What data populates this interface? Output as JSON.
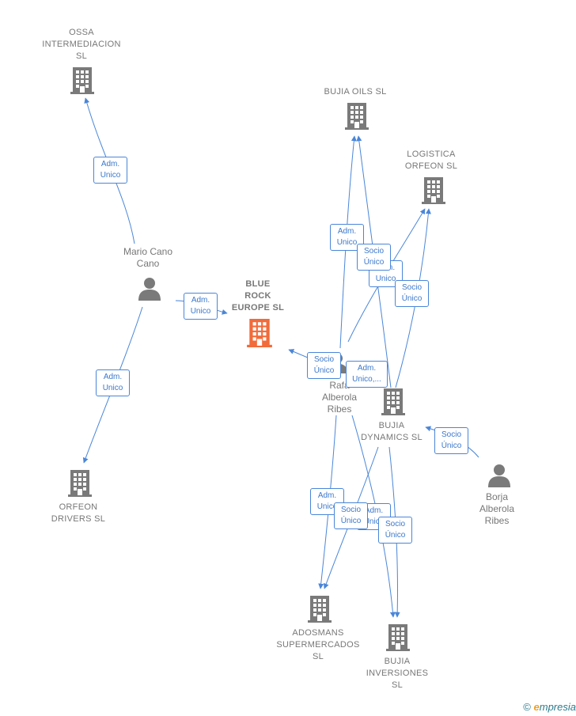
{
  "colors": {
    "edge": "#4a86d8",
    "node": "#7a7a7a",
    "center": "#f26b3a"
  },
  "nodes": {
    "ossa": {
      "label": "OSSA\nINTERMEDIACION\nSL",
      "icon": "building-icon"
    },
    "bujia_oils": {
      "label": "BUJIA OILS  SL",
      "icon": "building-icon"
    },
    "logistica": {
      "label": "LOGISTICA\nORFEON  SL",
      "icon": "building-icon"
    },
    "mario": {
      "label": "Mario Cano\nCano",
      "icon": "person-icon"
    },
    "blue_rock": {
      "label": "BLUE\nROCK\nEUROPE  SL",
      "icon": "building-icon"
    },
    "rafael": {
      "label": "Rafa\nAlberola\nRibes",
      "icon": "person-icon"
    },
    "bujia_dynamics": {
      "label": "BUJIA\nDYNAMICS  SL",
      "icon": "building-icon"
    },
    "orfeon_drivers": {
      "label": "ORFEON\nDRIVERS  SL",
      "icon": "building-icon"
    },
    "borja": {
      "label": "Borja\nAlberola\nRibes",
      "icon": "person-icon"
    },
    "adosmans": {
      "label": "ADOSMANS\nSUPERMERCADOS\nSL",
      "icon": "building-icon"
    },
    "bujia_inversiones": {
      "label": "BUJIA\nINVERSIONES\nSL",
      "icon": "building-icon"
    }
  },
  "edge_labels": {
    "mario_ossa": "Adm.\nUnico",
    "mario_bluerock": "Adm.\nUnico",
    "mario_orfeon": "Adm.\nUnico",
    "rafael_oils_adm": "Adm.\nUnico",
    "rafael_oils_socio": "Socio\nÚnico",
    "rafael_logistica_adm": "Adm.\nUnico",
    "dynamics_logistica_socio": "Socio\nÚnico",
    "rafael_bluerock_socio": "Socio\nÚnico",
    "rafael_dynamics_adm": "Adm.\nUnico,...",
    "borja_dynamics_socio": "Socio\nÚnico",
    "rafael_adosmans_adm": "Adm.\nUnico",
    "rafael_inversiones_adm": "Adm.\nUnico",
    "dynamics_adosmans_socio": "Socio\nÚnico",
    "dynamics_inversiones_socio": "Socio\nÚnico"
  },
  "footer": {
    "copyright": "©",
    "brand_initial": "e",
    "brand_rest": "mpresia"
  }
}
